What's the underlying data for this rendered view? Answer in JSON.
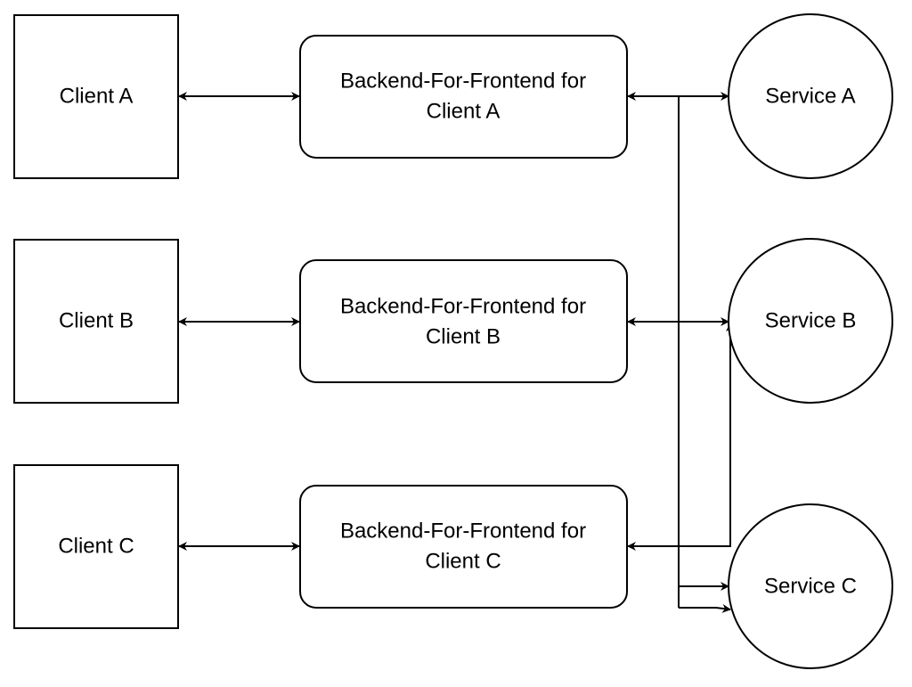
{
  "diagram": {
    "clients": [
      {
        "label": "Client A"
      },
      {
        "label": "Client B"
      },
      {
        "label": "Client C"
      }
    ],
    "bffs": [
      {
        "line1": "Backend-For-Frontend for",
        "line2": "Client A"
      },
      {
        "line1": "Backend-For-Frontend for",
        "line2": "Client B"
      },
      {
        "line1": "Backend-For-Frontend for",
        "line2": "Client C"
      }
    ],
    "services": [
      {
        "label": "Service A"
      },
      {
        "label": "Service B"
      },
      {
        "label": "Service C"
      }
    ],
    "colors": {
      "stroke": "#000000",
      "fill": "#ffffff",
      "background": "#ffffff"
    }
  }
}
